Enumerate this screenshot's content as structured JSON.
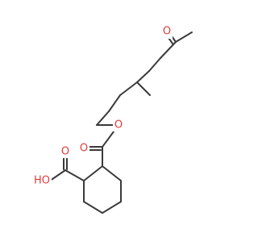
{
  "molecule": {
    "atoms": {
      "oxygen_ketone": "O",
      "oxygen_ester_carbonyl": "O",
      "oxygen_ester_link": "O",
      "oxygen_acid_carbonyl": "O",
      "hydroxyl": "HO"
    },
    "colors": {
      "bond": "#3a3a3a",
      "oxygen": "#e03c3c"
    }
  }
}
